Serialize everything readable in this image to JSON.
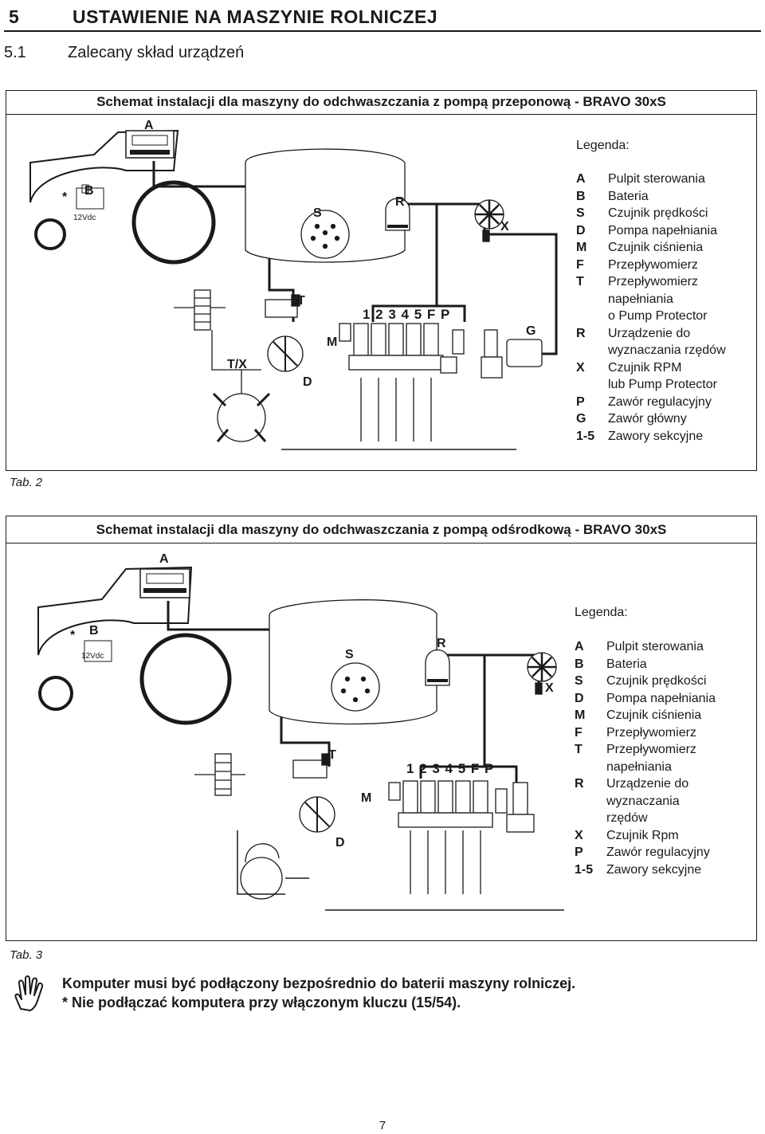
{
  "section": {
    "number": "5",
    "title": "USTAWIENIE NA MASZYNIE ROLNICZEJ"
  },
  "subsection": {
    "number": "5.1",
    "title": "Zalecany skład urządzeń"
  },
  "diagrams": [
    {
      "title": "Schemat instalacji dla maszyny do odchwaszczania z pompą przeponową - BRAVO 30xS",
      "caption": "Tab. 2",
      "legend_title": "Legenda:",
      "legend": [
        {
          "key": "A",
          "text": "Pulpit sterowania"
        },
        {
          "key": "B",
          "text": "Bateria"
        },
        {
          "key": "S",
          "text": "Czujnik prędkości"
        },
        {
          "key": "D",
          "text": "Pompa napełniania"
        },
        {
          "key": "M",
          "text": "Czujnik ciśnienia"
        },
        {
          "key": "F",
          "text": "Przepływomierz"
        },
        {
          "key": "T",
          "text": "Przepływomierz"
        },
        {
          "key": "",
          "text": "napełniania"
        },
        {
          "key": "",
          "text": "o Pump Protector"
        },
        {
          "key": "R",
          "text": "Urządzenie do"
        },
        {
          "key": "",
          "text": "wyznaczania rzędów"
        },
        {
          "key": "X",
          "text": "Czujnik RPM"
        },
        {
          "key": "",
          "text": "lub Pump Protector"
        },
        {
          "key": "P",
          "text": "Zawór regulacyjny"
        },
        {
          "key": "G",
          "text": "Zawór główny"
        },
        {
          "key": "1-5",
          "text": "Zawory sekcyjne"
        }
      ],
      "labels": {
        "A": "A",
        "B": "B",
        "star": "*",
        "voltage": "12Vdc",
        "S": "S",
        "R": "R",
        "X": "X",
        "T": "T",
        "TX": "T/X",
        "M": "M",
        "D": "D",
        "G": "G",
        "valves": "1 2 3 4 5 F P"
      }
    },
    {
      "title": "Schemat instalacji dla maszyny do odchwaszczania z pompą odśrodkową - BRAVO 30xS",
      "caption": "Tab. 3",
      "legend_title": "Legenda:",
      "legend": [
        {
          "key": "A",
          "text": "Pulpit sterowania"
        },
        {
          "key": "B",
          "text": "Bateria"
        },
        {
          "key": "S",
          "text": "Czujnik prędkości"
        },
        {
          "key": "D",
          "text": "Pompa napełniania"
        },
        {
          "key": "M",
          "text": "Czujnik ciśnienia"
        },
        {
          "key": "F",
          "text": "Przepływomierz"
        },
        {
          "key": "T",
          "text": "Przepływomierz"
        },
        {
          "key": "",
          "text": "napełniania"
        },
        {
          "key": "R",
          "text": "Urządzenie do"
        },
        {
          "key": "",
          "text": "wyznaczania"
        },
        {
          "key": "",
          "text": "rzędów"
        },
        {
          "key": "X",
          "text": "Czujnik Rpm"
        },
        {
          "key": "P",
          "text": "Zawór regulacyjny"
        },
        {
          "key": "1-5",
          "text": "Zawory sekcyjne"
        }
      ],
      "labels": {
        "A": "A",
        "B": "B",
        "star": "*",
        "voltage": "12Vdc",
        "S": "S",
        "R": "R",
        "X": "X",
        "T": "T",
        "M": "M",
        "D": "D",
        "valves": "1 2 3 4 5 F P"
      }
    }
  ],
  "note": {
    "icon": "hand-icon",
    "line1": "Komputer musi być podłączony bezpośrednio do baterii maszyny rolniczej.",
    "line2": "* Nie podłączać komputera przy włączonym kluczu (15/54)."
  },
  "page_number": "7"
}
